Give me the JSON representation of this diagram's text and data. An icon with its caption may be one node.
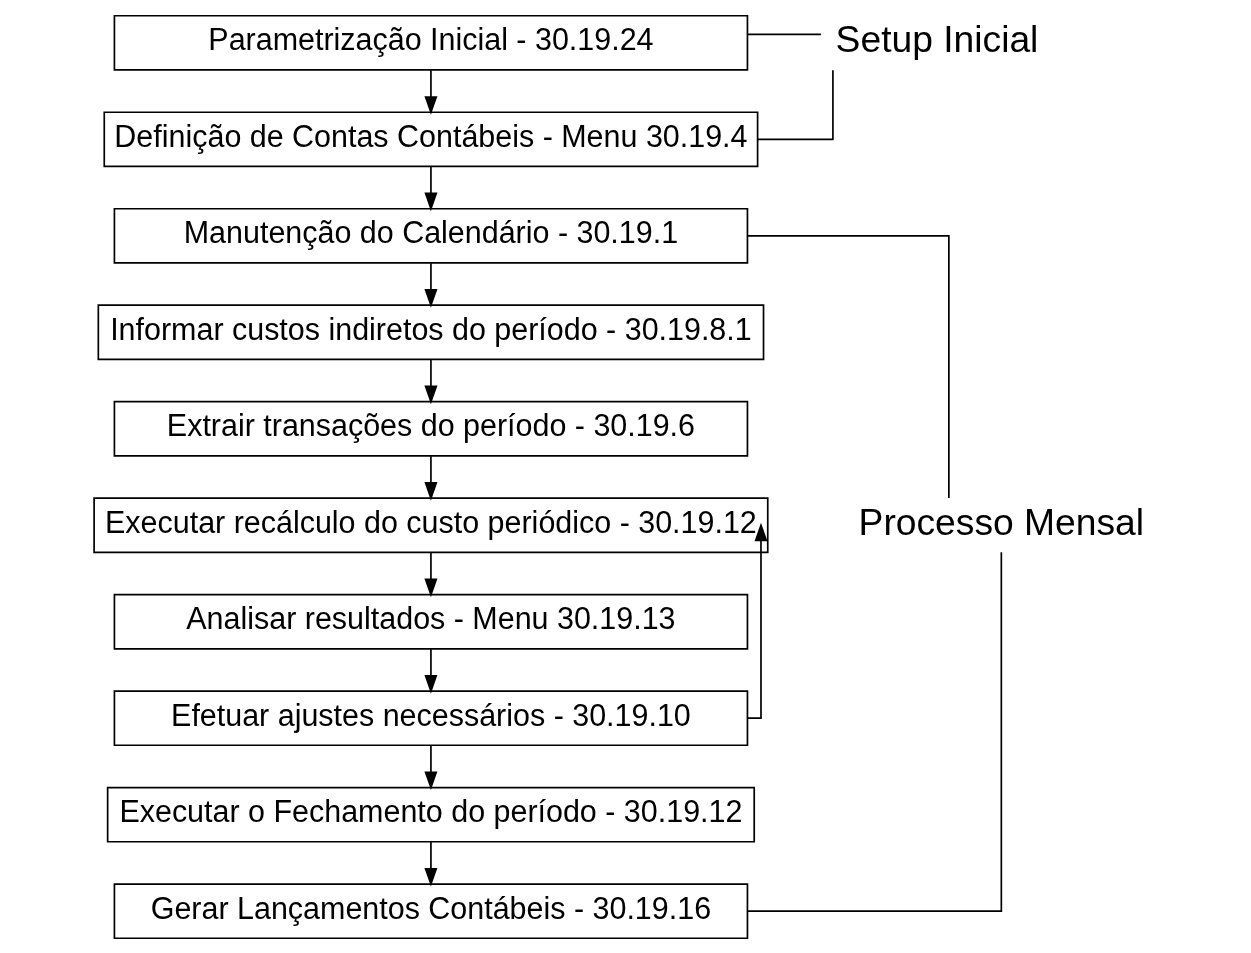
{
  "diagram": {
    "nodes": [
      {
        "text": [
          "Parametrização Inicial - 30.19.24"
        ]
      },
      {
        "text": [
          "Definição de Contas Contábeis - Menu 30.19.4"
        ]
      },
      {
        "text": [
          "Manutenção do Calendário - 30.19.1"
        ]
      },
      {
        "text": [
          "Informar custos indiretos do período - 30.19.8.1"
        ]
      },
      {
        "text": [
          "Extrair transações do período - 30.19.6"
        ]
      },
      {
        "text": [
          "Executar recálculo do custo periódico - 30.19.12"
        ]
      },
      {
        "text": [
          "Analisar resultados - Menu 30.19.13"
        ]
      },
      {
        "text": [
          "Efetuar ajustes necessários - 30.19.10"
        ]
      },
      {
        "text": [
          "Executar o Fechamento do período - 30.19.12"
        ]
      },
      {
        "text": [
          "Gerar Lançamentos Contábeis - 30.19.16"
        ]
      },
      {
        "text": [
          "Setup Inicial"
        ]
      },
      {
        "text": [
          "Processo Mensal"
        ]
      }
    ],
    "edges": [
      {
        "from": 0,
        "to": 1,
        "arrow": "to"
      },
      {
        "from": 1,
        "to": 2,
        "arrow": "to"
      },
      {
        "from": 2,
        "to": 3,
        "arrow": "to"
      },
      {
        "from": 3,
        "to": 4,
        "arrow": "to"
      },
      {
        "from": 4,
        "to": 5,
        "arrow": "to"
      },
      {
        "from": 5,
        "to": 6,
        "arrow": "to"
      },
      {
        "from": 6,
        "to": 7,
        "arrow": "to"
      },
      {
        "from": 7,
        "to": 8,
        "arrow": "to"
      },
      {
        "from": 8,
        "to": 9,
        "arrow": "to"
      },
      {
        "from": 7,
        "to": 5,
        "arrow": "to"
      },
      {
        "from": 10,
        "to": 0,
        "arrow": "none"
      },
      {
        "from": 10,
        "to": 1,
        "arrow": "none"
      },
      {
        "from": 11,
        "to": 2,
        "arrow": "none"
      },
      {
        "from": 11,
        "to": 9,
        "arrow": "none"
      }
    ]
  }
}
